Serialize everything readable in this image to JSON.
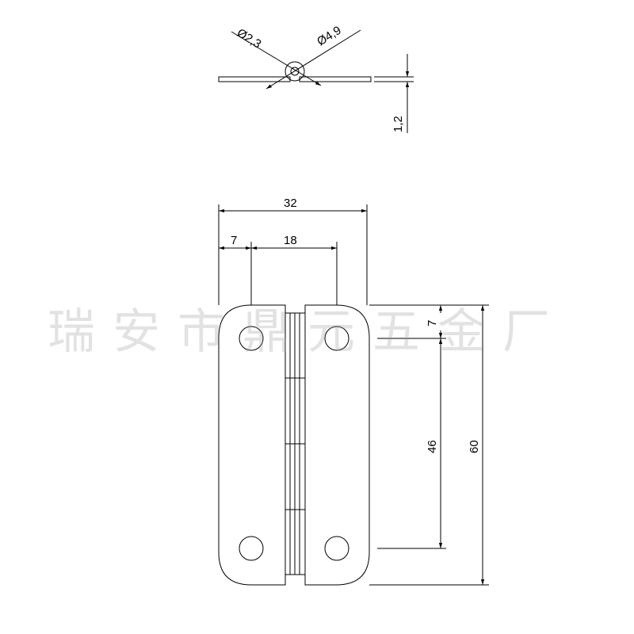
{
  "drawing": {
    "top_view": {
      "hole_diameter_label": "Ø2,3",
      "knuckle_diameter_label": "Ø4,9",
      "thickness_label": "1,2"
    },
    "front_view": {
      "overall_width_label": "32",
      "edge_offset_label": "7",
      "hole_spacing_x_label": "18",
      "top_offset_label": "7",
      "hole_spacing_y_label": "46",
      "overall_height_label": "60"
    }
  },
  "watermark": {
    "text": "瑞安市鼎元五金厂"
  }
}
